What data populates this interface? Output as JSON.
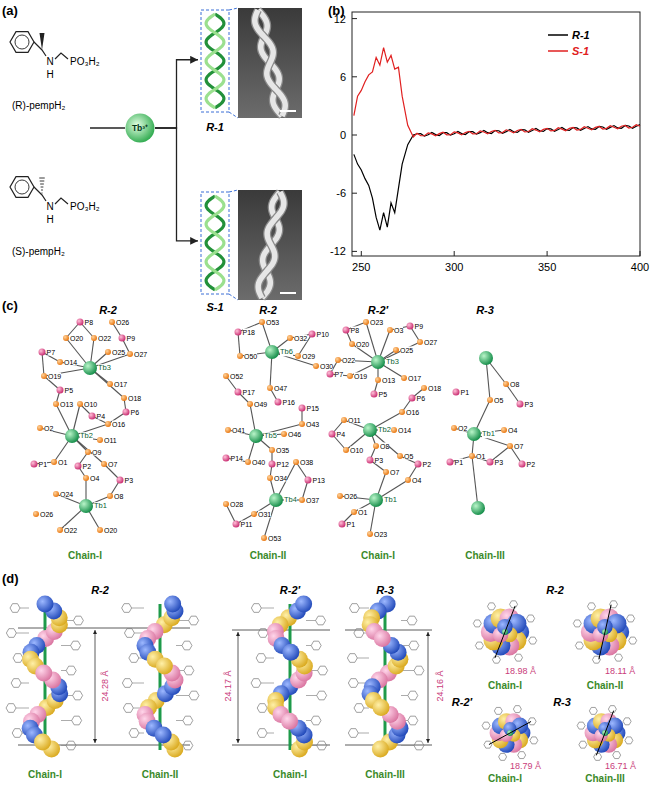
{
  "diagram": {
    "nodes": [
      {
        "text": [
          "Tb³⁺"
        ]
      },
      {
        "text": [
          "R-1"
        ]
      },
      {
        "text": [
          "S-1"
        ]
      }
    ],
    "edges": [
      {
        "from": 0,
        "to": 1,
        "arrow": "to"
      },
      {
        "from": 0,
        "to": 2,
        "arrow": "to"
      }
    ],
    "labels": [
      "(a)",
      "N",
      "H",
      "PO₃H₂",
      "(R)-pempH₂",
      "N",
      "H",
      "PO₃H₂",
      "(S)-pempH₂",
      "(b)",
      "12",
      "6",
      "0",
      "-6",
      "-12",
      "250",
      "300",
      "350",
      "400",
      "(c)",
      "R-2",
      "R-2",
      "R-2′",
      "R-3",
      "P8",
      "O26",
      "O20",
      "O22",
      "P9",
      "O25",
      "O27",
      "P7",
      "O14",
      "O19",
      "Tb3",
      "P5",
      "O17",
      "O13",
      "O10",
      "O18",
      "P6",
      "P4",
      "O16",
      "O2",
      "Tb2",
      "O11",
      "O9",
      "P1",
      "O1",
      "P2",
      "O7",
      "O4",
      "P3",
      "O24",
      "O8",
      "Tb1",
      "O26",
      "O22",
      "O20",
      "P18",
      "O53",
      "O32",
      "P10",
      "O50",
      "Tb6",
      "O29",
      "O30",
      "O52",
      "P17",
      "O47",
      "O49",
      "P16",
      "P15",
      "O43",
      "O41",
      "Tb5",
      "O46",
      "O35",
      "P14",
      "O40",
      "P12",
      "O38",
      "O34",
      "P13",
      "Tb4",
      "O37",
      "O28",
      "O31",
      "P11",
      "O53",
      "P8",
      "O23",
      "O3",
      "P9",
      "O27",
      "O20",
      "O25",
      "O22",
      "Tb3",
      "P7",
      "O19",
      "O13",
      "O17",
      "O18",
      "P5",
      "P6",
      "O16",
      "O11",
      "Tb2",
      "O14",
      "P4",
      "O8",
      "O10",
      "O5",
      "P3",
      "P2",
      "O7",
      "O4",
      "O26",
      "Tb1",
      "O1",
      "P1",
      "O23",
      "O8",
      "P1",
      "O5",
      "P3",
      "O2",
      "Tb1",
      "O4",
      "O7",
      "O1",
      "P3",
      "P2",
      "P1",
      "Chain-I",
      "Chain-II",
      "Chain-I",
      "Chain-III",
      "(d)",
      "R-2",
      "R-2′",
      "R-3",
      "Chain-I",
      "Chain-II",
      "Chain-I",
      "Chain-III",
      "24.28 Å",
      "24.17 Å",
      "24.16 Å",
      "R-2",
      "18.98 Å",
      "18.11 Å",
      "Chain-I",
      "Chain-II",
      "R-2′",
      "R-3",
      "18.79 Å",
      "16.71 Å",
      "Chain-I",
      "Chain-III"
    ],
    "legend": [
      {
        "text": "R-1"
      },
      {
        "text": "S-1"
      }
    ]
  }
}
